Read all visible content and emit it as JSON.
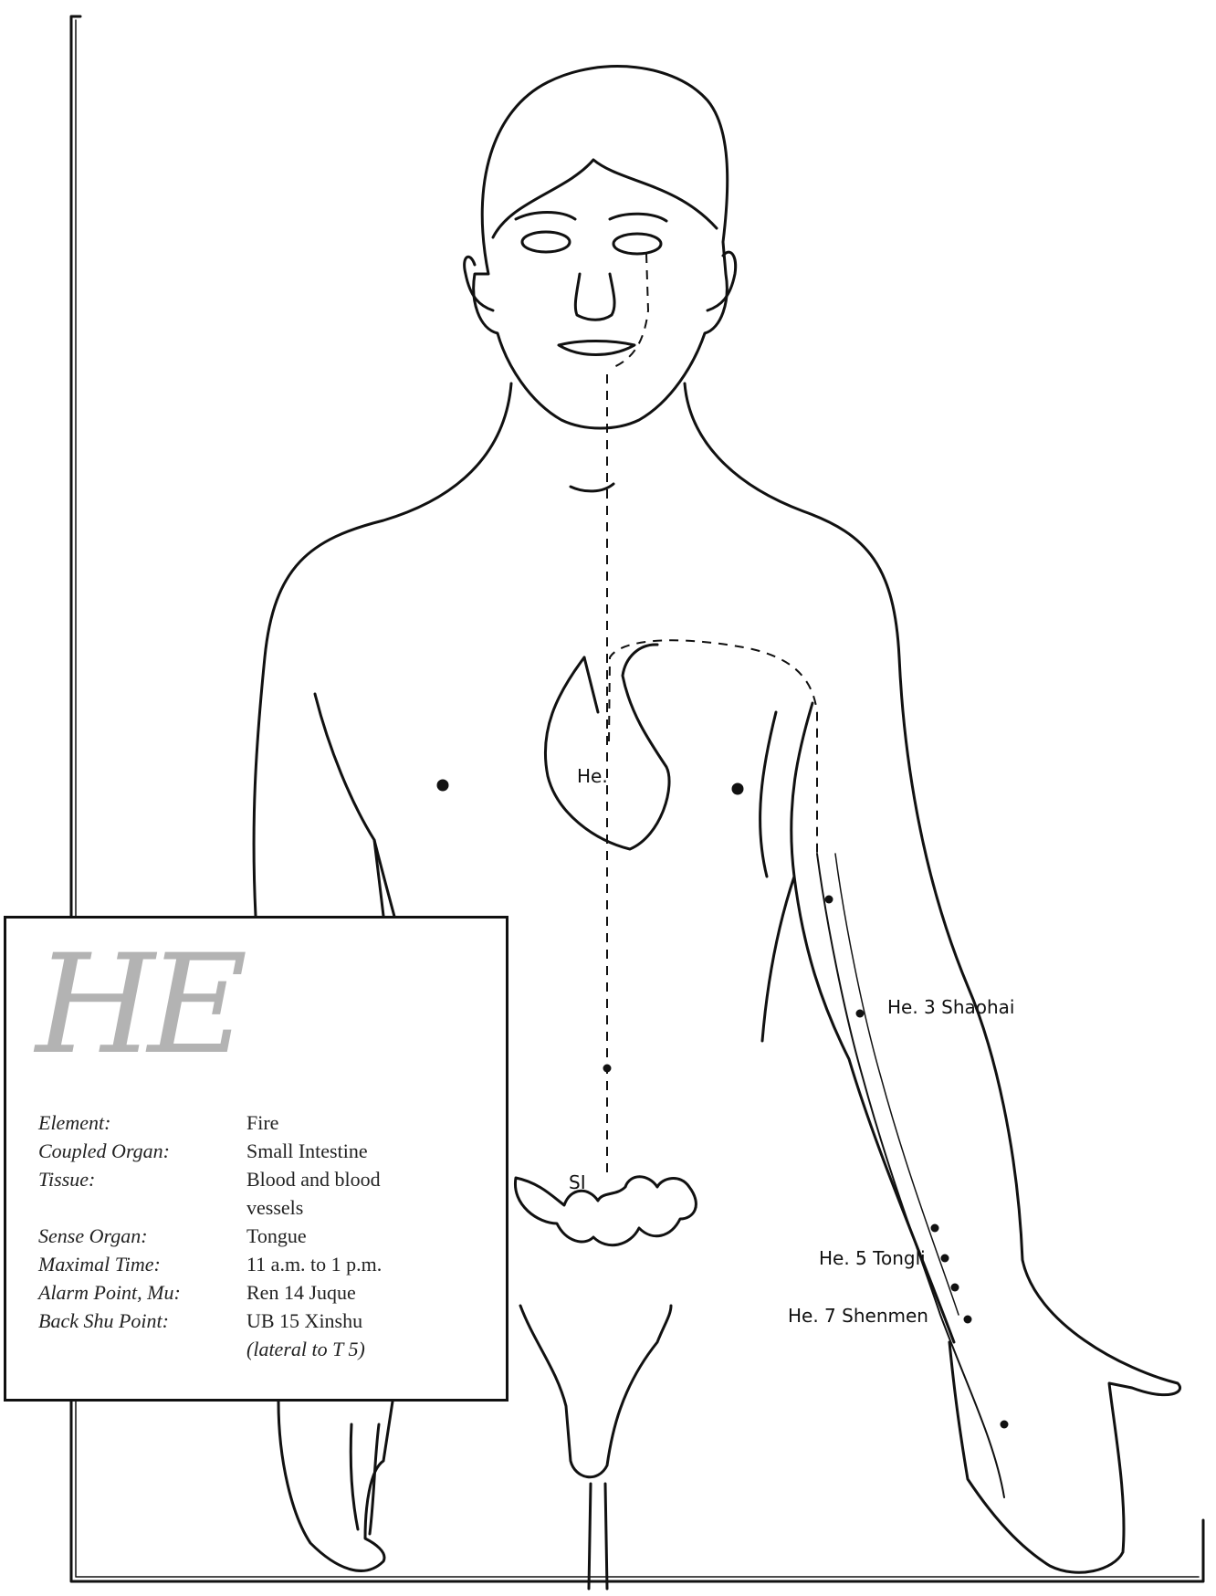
{
  "heart_label": "He.",
  "small_intestine_label": "SI",
  "points": [
    {
      "label": "He. 3 Shaohai"
    },
    {
      "label": "He. 5 Tongli"
    },
    {
      "label": "He. 7 Shenmen"
    }
  ],
  "info": {
    "title": "HE",
    "rows": [
      {
        "key": "Element:",
        "value": "Fire"
      },
      {
        "key": "Coupled Organ:",
        "value": "Small Intestine"
      },
      {
        "key": "Tissue:",
        "value": "Blood and blood"
      },
      {
        "key": "",
        "value": "vessels"
      },
      {
        "key": "Sense Organ:",
        "value": "Tongue"
      },
      {
        "key": "Maximal Time:",
        "value": "11 a.m. to 1 p.m."
      },
      {
        "key": "Alarm Point, Mu:",
        "value": "Ren 14 Juque"
      },
      {
        "key": "Back Shu Point:",
        "value": "UB 15 Xinshu"
      },
      {
        "key": "",
        "value": "(lateral to T 5)"
      }
    ]
  },
  "colors": {
    "line": "#111111",
    "title": "#b3b3b3"
  }
}
